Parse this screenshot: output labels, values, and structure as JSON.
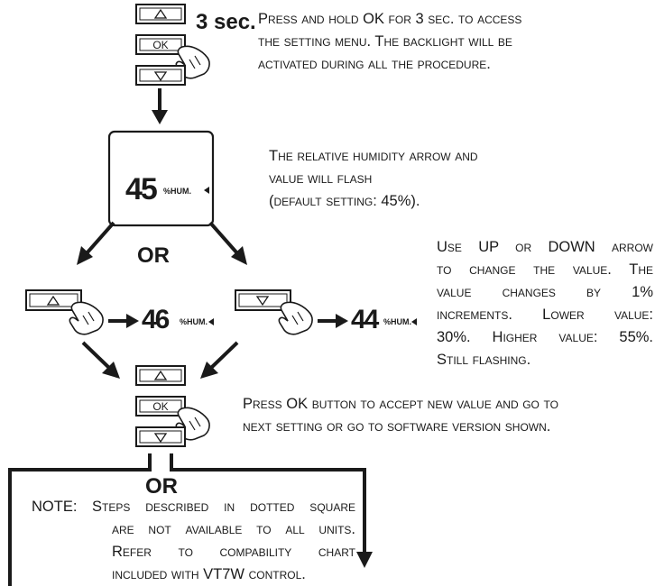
{
  "step1": {
    "duration": "3 sec.",
    "lines": [
      "Press and hold OK for 3 sec. to access",
      "the setting menu. The backlight will be",
      "activated during all the procedure."
    ]
  },
  "display": {
    "value": "45",
    "unit": "%HUM.",
    "lines": [
      "The relative humidity arrow and",
      "value will flash",
      "(default setting: 45%)."
    ]
  },
  "or_labels": [
    "OR",
    "OR"
  ],
  "adjust": {
    "up_value": "46",
    "down_value": "44",
    "unit": "%HUM.",
    "lines": [
      "Use UP or DOWN arrow",
      "to change the value. The",
      "value changes by 1%",
      "increments. Lower value:",
      "30%. Higher value: 55%.",
      "Still flashing."
    ]
  },
  "accept": {
    "lines": [
      "Press OK button to accept new value and go to",
      "next setting or go to software version shown."
    ]
  },
  "note": {
    "label": "NOTE:",
    "lines": [
      "Steps described in dotted square",
      "are not available to all units.",
      "Refer to compability chart",
      "included with VT7W control."
    ]
  },
  "buttons": {
    "ok_label": "OK"
  },
  "colors": {
    "ink": "#1a1a1a",
    "background": "#ffffff"
  }
}
